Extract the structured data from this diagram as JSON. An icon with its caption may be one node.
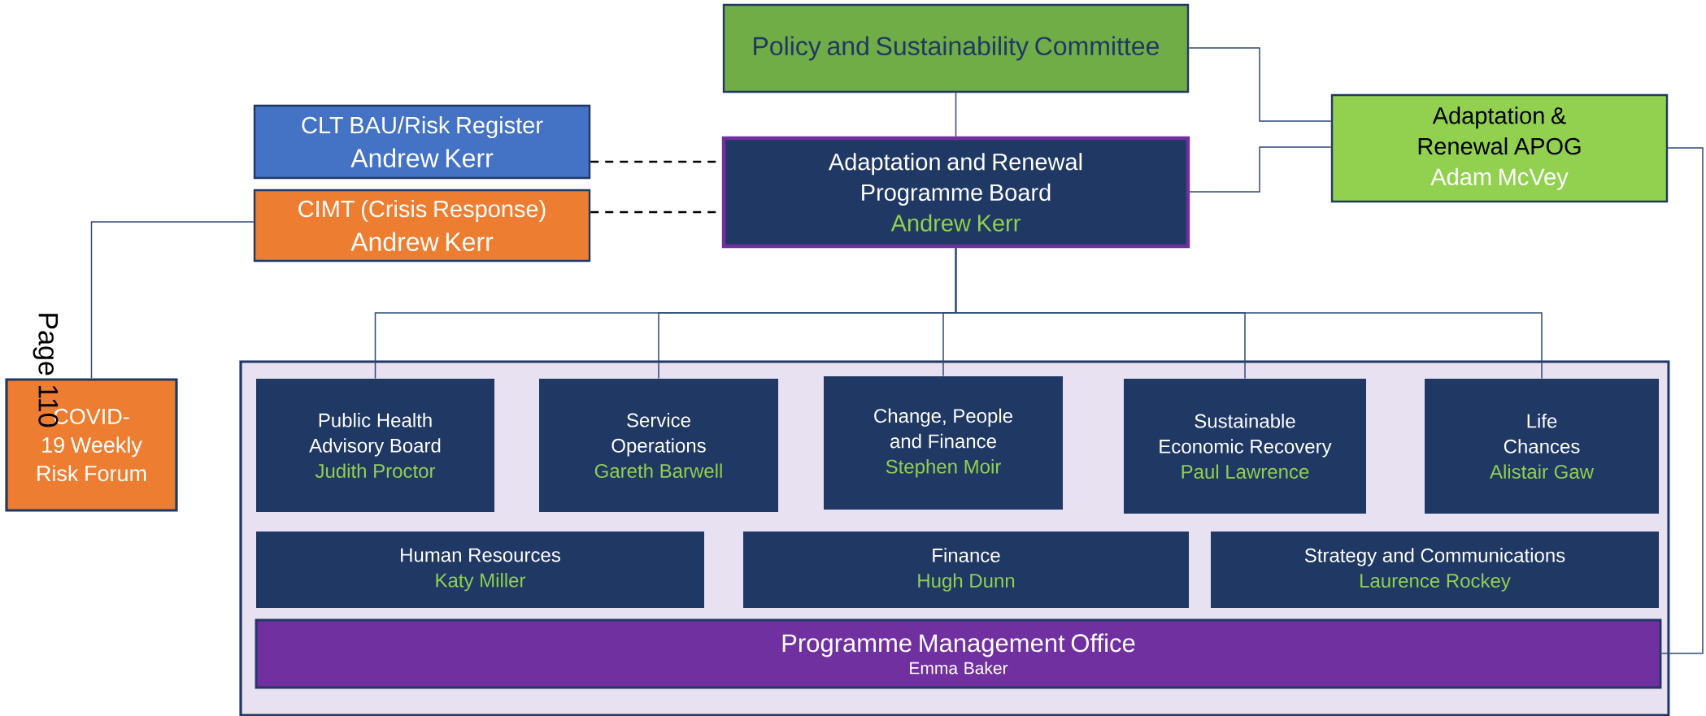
{
  "diagram": {
    "nodes": [
      {
        "text": [
          "Policy and Sustainability Committee"
        ]
      },
      {
        "text": [
          "CLT BAU/Risk Register",
          "Andrew Kerr"
        ]
      },
      {
        "text": [
          "CIMT (Crisis Response)",
          "Andrew Kerr"
        ]
      },
      {
        "text": [
          "Adaptation and Renewal Programme Board",
          "Andrew Kerr"
        ]
      },
      {
        "text": [
          "Adaptation & Renewal APOG",
          "Adam McVey"
        ]
      },
      {
        "text": [
          "COVID-19 Weekly Risk Forum"
        ]
      },
      {
        "text": [],
        "shape": "box"
      },
      {
        "text": [
          "Public Health Advisory Board",
          "Judith Proctor"
        ],
        "in": 6
      },
      {
        "text": [
          "Service Operations",
          "Gareth Barwell"
        ],
        "in": 6
      },
      {
        "text": [
          "Change, People and Finance",
          "Stephen Moir"
        ],
        "in": 6
      },
      {
        "text": [
          "Sustainable Economic Recovery",
          "Paul Lawrence"
        ],
        "in": 6
      },
      {
        "text": [
          "Life Chances",
          "Alistair Gaw"
        ],
        "in": 6
      },
      {
        "text": [
          "Human Resources",
          "Katy Miller"
        ],
        "in": 6
      },
      {
        "text": [
          "Finance",
          "Hugh Dunn"
        ],
        "in": 6
      },
      {
        "text": [
          "Strategy and Communications",
          "Laurence Rockey"
        ],
        "in": 6
      },
      {
        "text": [
          "Programme Management Office",
          "Emma Baker"
        ],
        "in": 6
      }
    ],
    "edges": [
      {
        "from": 0,
        "to": 3,
        "arrow": "none"
      },
      {
        "from": 1,
        "to": 3,
        "arrow": "none",
        "style": "dashed",
        "color": "#000000"
      },
      {
        "from": 2,
        "to": 3,
        "arrow": "none",
        "style": "dashed",
        "color": "#000000"
      },
      {
        "from": 2,
        "to": 5,
        "arrow": "none"
      },
      {
        "from": 0,
        "to": 4,
        "arrow": "none"
      },
      {
        "from": 3,
        "to": 4,
        "arrow": "none"
      },
      {
        "from": 4,
        "to": 15,
        "arrow": "none"
      },
      {
        "from": 3,
        "to": 7,
        "arrow": "none"
      },
      {
        "from": 3,
        "to": 8,
        "arrow": "none"
      },
      {
        "from": 3,
        "to": 9,
        "arrow": "none"
      },
      {
        "from": 3,
        "to": 10,
        "arrow": "none"
      },
      {
        "from": 3,
        "to": 11,
        "arrow": "none"
      }
    ],
    "labels": [
      "Page 110"
    ]
  }
}
